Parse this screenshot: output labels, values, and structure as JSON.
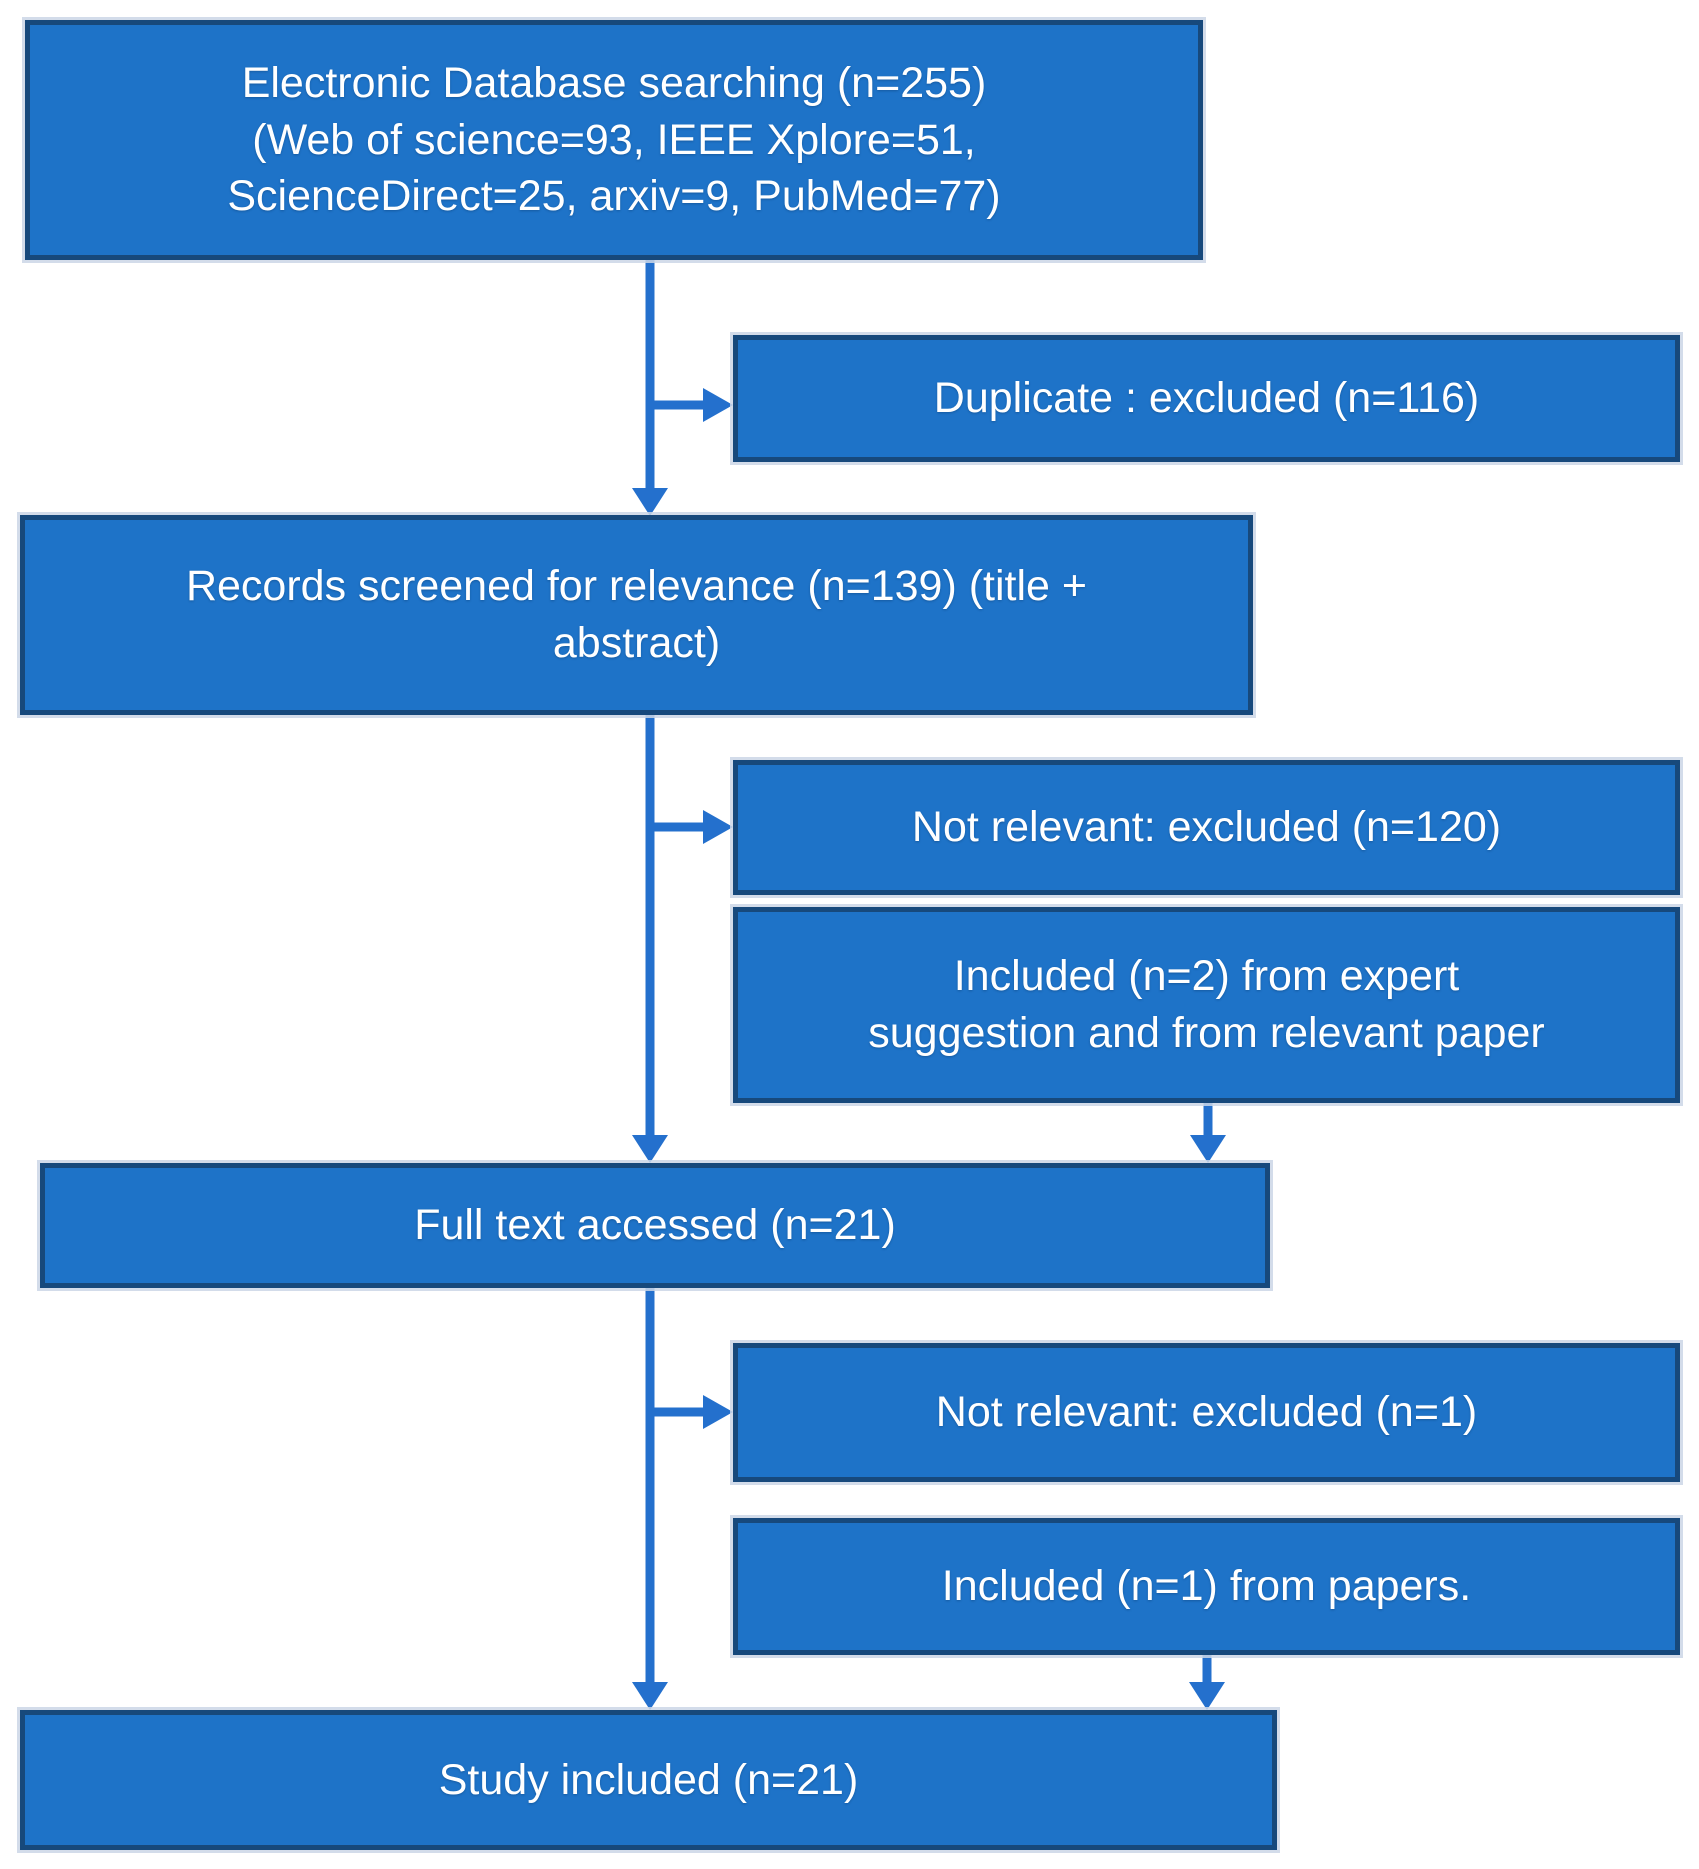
{
  "colors": {
    "box_fill": "#1E73C8",
    "box_border": "#17497C",
    "arrow": "#2470CD",
    "text": "#FFFFFF",
    "background": "#FFFFFF"
  },
  "boxes": {
    "searching": {
      "lines": [
        "Electronic Database searching (n=255)",
        "(Web of science=93, IEEE Xplore=51,",
        "ScienceDirect=25, arxiv=9, PubMed=77)"
      ]
    },
    "duplicates": {
      "label": "Duplicate : excluded (n=116)"
    },
    "screened": {
      "lines": [
        "Records screened for relevance (n=139) (title +",
        "abstract)"
      ]
    },
    "not_relevant_screening": {
      "label": "Not relevant: excluded (n=120)"
    },
    "included_expert": {
      "lines": [
        "Included (n=2) from expert",
        "suggestion and from relevant paper"
      ]
    },
    "full_text": {
      "label": "Full text accessed (n=21)"
    },
    "not_relevant_full_text": {
      "label": "Not relevant: excluded (n=1)"
    },
    "included_papers": {
      "label": "Included (n=1) from papers."
    },
    "study_included": {
      "label": "Study included (n=21)"
    }
  }
}
